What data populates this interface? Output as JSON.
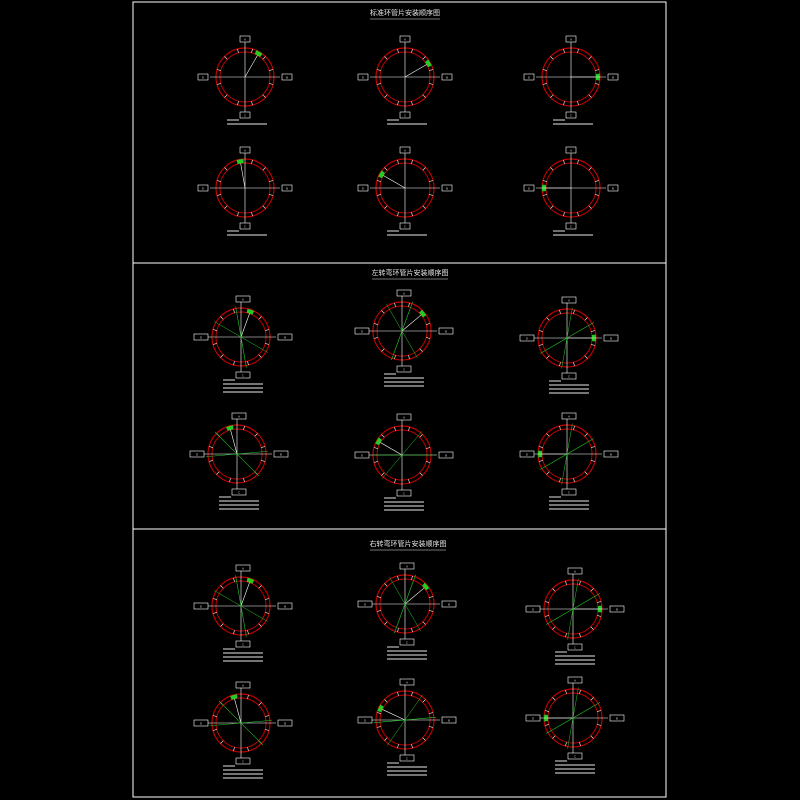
{
  "sections": [
    {
      "id": "standard",
      "title": "标准环管片安装顺序图",
      "side_labels": [
        "A",
        "B",
        "C",
        "D"
      ]
    },
    {
      "id": "left",
      "title": "左转弯环管片安装顺序图",
      "side_labels": [
        "A",
        "B",
        "C",
        "D"
      ]
    },
    {
      "id": "right",
      "title": "右转弯环管片安装顺序图",
      "side_labels": [
        "A",
        "B",
        "C",
        "D"
      ]
    }
  ],
  "colors": {
    "background": "#000000",
    "frame": "#ffffff",
    "ring": "#c00000",
    "joint": "#ffffff",
    "key_segment": "#22cc22",
    "leader_line": "#22cc22",
    "text": "#e8e8e8"
  }
}
